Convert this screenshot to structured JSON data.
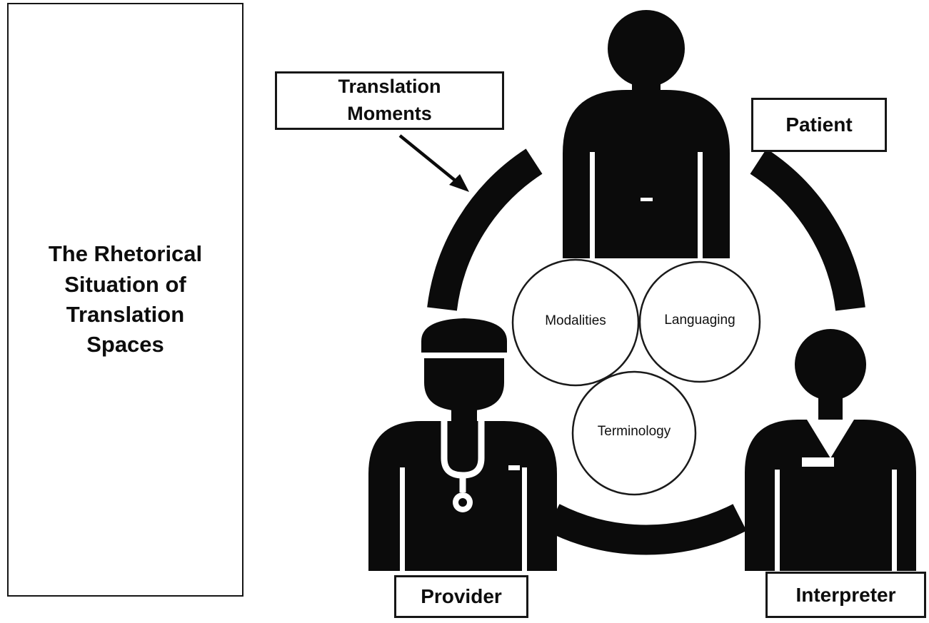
{
  "figure": {
    "title_panel": {
      "text": "The Rhetorical\nSituation of\nTranslation\nSpaces"
    },
    "callout": {
      "text": "Translation\nMoments"
    },
    "actor_labels": {
      "patient": "Patient",
      "provider": "Provider",
      "interpreter": "Interpreter"
    },
    "translation_moments": {
      "modalities": "Modalities",
      "languaging": "Languaging",
      "terminology": "Terminology"
    }
  },
  "colors": {
    "ink": "#0b0b0b",
    "paper": "#ffffff"
  }
}
